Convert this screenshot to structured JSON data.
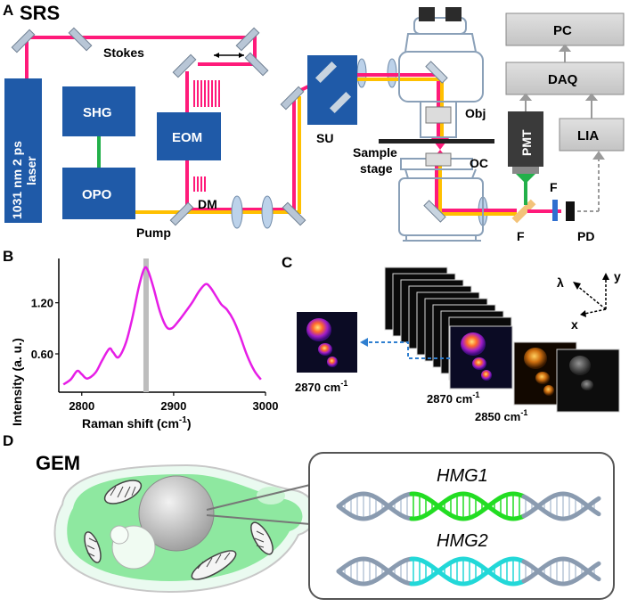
{
  "panels": {
    "a": "A",
    "b": "B",
    "c": "C",
    "d": "D"
  },
  "panel_a": {
    "title": "SRS",
    "laser": [
      "1031 nm 2 ps",
      "laser"
    ],
    "shg": "SHG",
    "opo": "OPO",
    "eom": "EOM",
    "dm": "DM",
    "stokes": "Stokes",
    "pump": "Pump",
    "su": "SU",
    "obj": "Obj",
    "sample_stage": [
      "Sample",
      "stage"
    ],
    "oc": "OC",
    "pc": "PC",
    "daq": "DAQ",
    "pmt": "PMT",
    "lia": "LIA",
    "filter_1": "F",
    "filter_2": "F",
    "pd": "PD",
    "colors": {
      "stokes_beam": "#ff1a7a",
      "pump_beam": "#ffc000",
      "box_blue": "#1f5aa8",
      "box_gray": "#d0d0d0",
      "green": "#22b04a"
    }
  },
  "chart_data": {
    "type": "line",
    "title": "",
    "xlabel": "Raman shift (cm-1)",
    "ylabel": "Intensity (a. u.)",
    "xlim": [
      2775,
      3000
    ],
    "ylim": [
      0.15,
      1.72
    ],
    "xticks": [
      2800,
      2900,
      3000
    ],
    "yticks": [
      0.6,
      1.2
    ],
    "xtick_labels": [
      "2800",
      "2900",
      "3000"
    ],
    "ytick_labels": [
      "0.60",
      "1.20"
    ],
    "highlight_x": 2870,
    "line_color": "#e61ee6",
    "highlight_color": "#bdbdbd",
    "x": [
      2780,
      2788,
      2795,
      2800,
      2806,
      2815,
      2822,
      2830,
      2834,
      2840,
      2848,
      2855,
      2862,
      2868,
      2872,
      2878,
      2885,
      2892,
      2898,
      2905,
      2912,
      2920,
      2928,
      2935,
      2940,
      2946,
      2952,
      2958,
      2965,
      2972,
      2980,
      2988,
      2995
    ],
    "y": [
      0.24,
      0.3,
      0.4,
      0.36,
      0.31,
      0.38,
      0.52,
      0.66,
      0.62,
      0.56,
      0.73,
      1.02,
      1.38,
      1.6,
      1.58,
      1.38,
      1.1,
      0.92,
      0.9,
      0.98,
      1.08,
      1.2,
      1.34,
      1.42,
      1.38,
      1.28,
      1.18,
      1.12,
      1.0,
      0.82,
      0.58,
      0.4,
      0.3
    ]
  },
  "panel_c": {
    "single_label": "2870 cm",
    "single_sup": "-1",
    "stack_label_1": "2870 cm",
    "stack_label_2": "2850 cm",
    "stack_sup": "-1",
    "axis_lambda": "λ",
    "axis_x": "x",
    "axis_y": "y"
  },
  "panel_d": {
    "title": "GEM",
    "gene_1": "HMG1",
    "gene_2": "HMG2",
    "colors": {
      "cell": "#8ee8a0",
      "gene1": "#22dd22",
      "gene2": "#22d8d8",
      "dna": "#8a9bb0"
    }
  }
}
